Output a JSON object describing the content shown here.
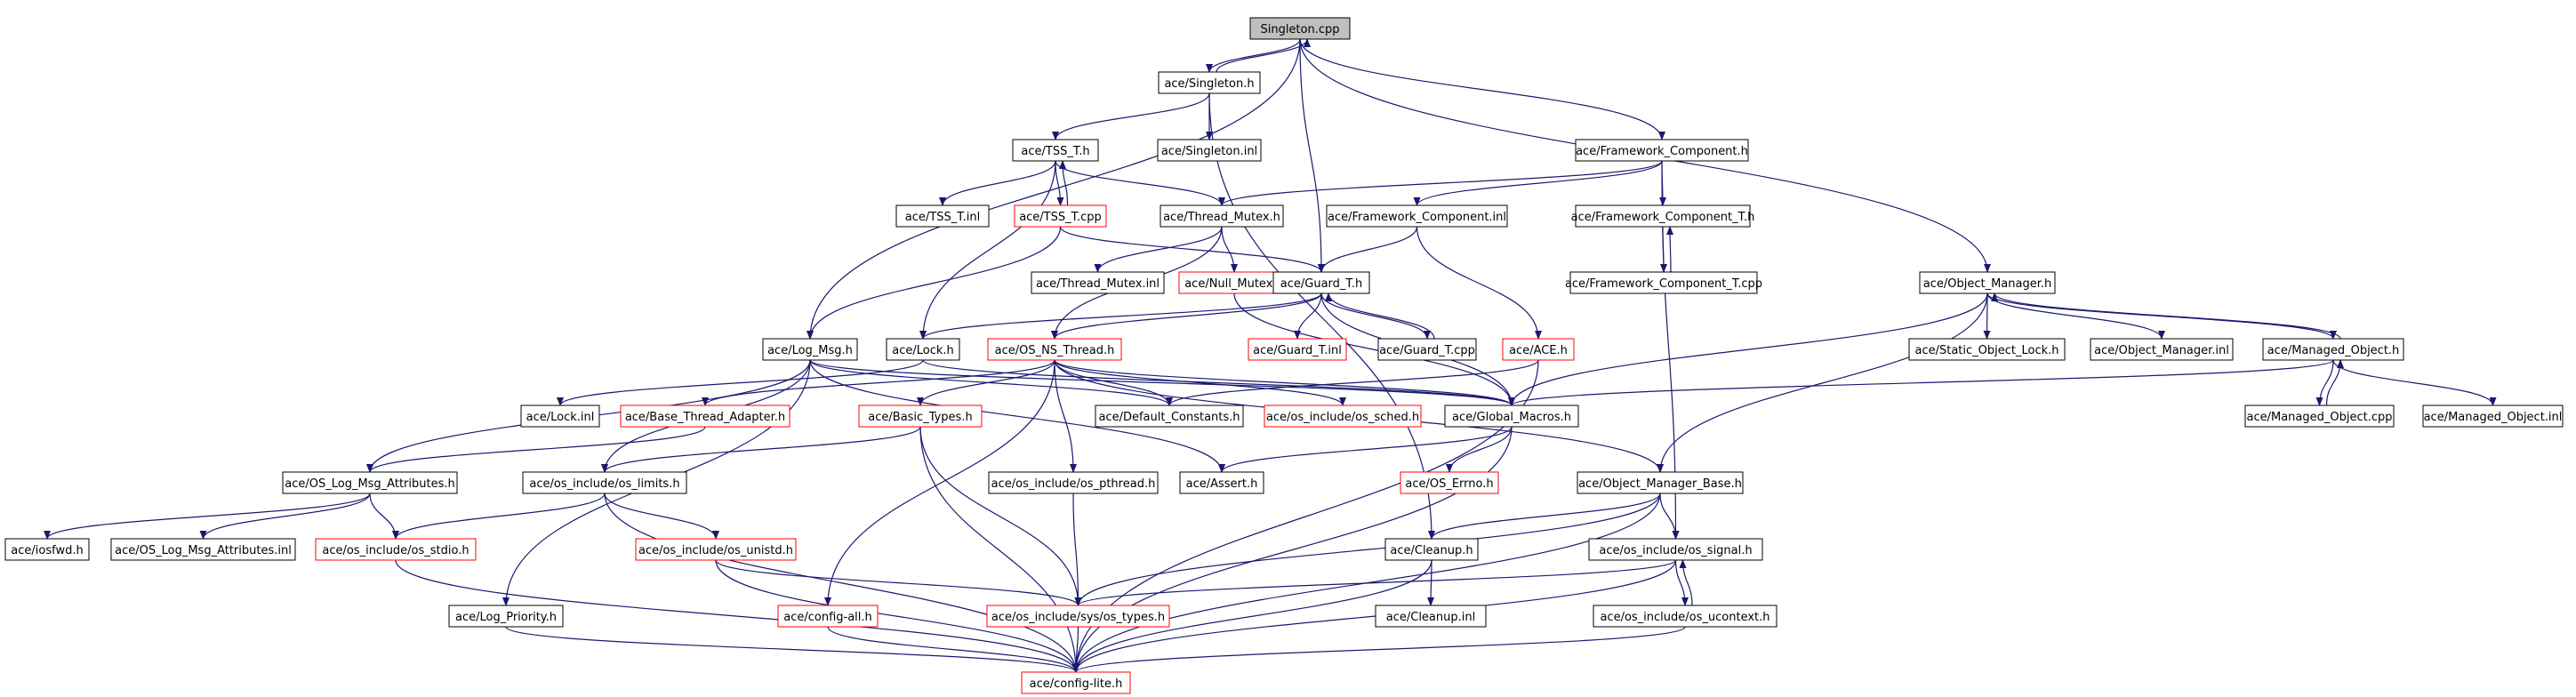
{
  "diagram": {
    "title": "",
    "nodes": [
      {
        "id": "singleton_cpp",
        "label": "Singleton.cpp",
        "style": "root"
      },
      {
        "id": "singleton_h",
        "label": "ace/Singleton.h",
        "style": "normal"
      },
      {
        "id": "tss_t_h",
        "label": "ace/TSS_T.h",
        "style": "normal"
      },
      {
        "id": "singleton_inl",
        "label": "ace/Singleton.inl",
        "style": "normal"
      },
      {
        "id": "fw_comp_h",
        "label": "ace/Framework_Component.h",
        "style": "normal"
      },
      {
        "id": "tss_t_inl",
        "label": "ace/TSS_T.inl",
        "style": "normal"
      },
      {
        "id": "tss_t_cpp",
        "label": "ace/TSS_T.cpp",
        "style": "red"
      },
      {
        "id": "thread_mutex_h",
        "label": "ace/Thread_Mutex.h",
        "style": "normal"
      },
      {
        "id": "fw_comp_inl",
        "label": "ace/Framework_Component.inl",
        "style": "normal"
      },
      {
        "id": "fw_comp_t_h",
        "label": "ace/Framework_Component_T.h",
        "style": "normal"
      },
      {
        "id": "thread_mutex_inl",
        "label": "ace/Thread_Mutex.inl",
        "style": "normal"
      },
      {
        "id": "null_mutex_h",
        "label": "ace/Null_Mutex.h",
        "style": "red"
      },
      {
        "id": "guard_t_h",
        "label": "ace/Guard_T.h",
        "style": "normal"
      },
      {
        "id": "fw_comp_t_cpp",
        "label": "ace/Framework_Component_T.cpp",
        "style": "normal"
      },
      {
        "id": "obj_mgr_h",
        "label": "ace/Object_Manager.h",
        "style": "normal"
      },
      {
        "id": "log_msg_h",
        "label": "ace/Log_Msg.h",
        "style": "normal"
      },
      {
        "id": "lock_h",
        "label": "ace/Lock.h",
        "style": "normal"
      },
      {
        "id": "os_ns_thread_h",
        "label": "ace/OS_NS_Thread.h",
        "style": "red"
      },
      {
        "id": "guard_t_inl",
        "label": "ace/Guard_T.inl",
        "style": "red"
      },
      {
        "id": "guard_t_cpp",
        "label": "ace/Guard_T.cpp",
        "style": "normal"
      },
      {
        "id": "ace_h",
        "label": "ace/ACE.h",
        "style": "red"
      },
      {
        "id": "static_obj_lock_h",
        "label": "ace/Static_Object_Lock.h",
        "style": "normal"
      },
      {
        "id": "obj_mgr_inl",
        "label": "ace/Object_Manager.inl",
        "style": "normal"
      },
      {
        "id": "managed_obj_h",
        "label": "ace/Managed_Object.h",
        "style": "normal"
      },
      {
        "id": "lock_inl",
        "label": "ace/Lock.inl",
        "style": "normal"
      },
      {
        "id": "base_thread_adapter_h",
        "label": "ace/Base_Thread_Adapter.h",
        "style": "red"
      },
      {
        "id": "default_constants_h",
        "label": "ace/Default_Constants.h",
        "style": "normal"
      },
      {
        "id": "os_sched_h",
        "label": "ace/os_include/os_sched.h",
        "style": "red"
      },
      {
        "id": "global_macros_h",
        "label": "ace/Global_Macros.h",
        "style": "normal"
      },
      {
        "id": "managed_obj_cpp",
        "label": "ace/Managed_Object.cpp",
        "style": "normal"
      },
      {
        "id": "managed_obj_inl",
        "label": "ace/Managed_Object.inl",
        "style": "normal"
      },
      {
        "id": "os_log_msg_attr_h",
        "label": "ace/OS_Log_Msg_Attributes.h",
        "style": "normal"
      },
      {
        "id": "basic_types_h",
        "label": "ace/Basic_Types.h",
        "style": "red"
      },
      {
        "id": "os_limits_h",
        "label": "ace/os_include/os_limits.h",
        "style": "normal"
      },
      {
        "id": "os_pthread_h",
        "label": "ace/os_include/os_pthread.h",
        "style": "normal"
      },
      {
        "id": "assert_h",
        "label": "ace/Assert.h",
        "style": "normal"
      },
      {
        "id": "os_errno_h",
        "label": "ace/OS_Errno.h",
        "style": "red"
      },
      {
        "id": "obj_mgr_base_h",
        "label": "ace/Object_Manager_Base.h",
        "style": "normal"
      },
      {
        "id": "iosfwd_h",
        "label": "ace/iosfwd.h",
        "style": "normal"
      },
      {
        "id": "os_log_msg_attr_inl",
        "label": "ace/OS_Log_Msg_Attributes.inl",
        "style": "normal"
      },
      {
        "id": "os_stdio_h",
        "label": "ace/os_include/os_stdio.h",
        "style": "red"
      },
      {
        "id": "os_unistd_h",
        "label": "ace/os_include/os_unistd.h",
        "style": "red"
      },
      {
        "id": "cleanup_h",
        "label": "ace/Cleanup.h",
        "style": "normal"
      },
      {
        "id": "os_signal_h",
        "label": "ace/os_include/os_signal.h",
        "style": "normal"
      },
      {
        "id": "log_priority_h",
        "label": "ace/Log_Priority.h",
        "style": "normal"
      },
      {
        "id": "config_all_h",
        "label": "ace/config-all.h",
        "style": "red"
      },
      {
        "id": "sys_os_types_h",
        "label": "ace/os_include/sys/os_types.h",
        "style": "red"
      },
      {
        "id": "cleanup_inl",
        "label": "ace/Cleanup.inl",
        "style": "normal"
      },
      {
        "id": "os_ucontext_h",
        "label": "ace/os_include/os_ucontext.h",
        "style": "normal"
      },
      {
        "id": "config_lite_h",
        "label": "ace/config-lite.h",
        "style": "red"
      }
    ],
    "edges": [
      [
        "singleton_cpp",
        "singleton_h"
      ],
      [
        "singleton_h",
        "singleton_cpp"
      ],
      [
        "singleton_cpp",
        "log_msg_h"
      ],
      [
        "singleton_cpp",
        "guard_t_h"
      ],
      [
        "singleton_cpp",
        "fw_comp_h"
      ],
      [
        "singleton_cpp",
        "obj_mgr_h"
      ],
      [
        "singleton_h",
        "tss_t_h"
      ],
      [
        "singleton_h",
        "singleton_inl"
      ],
      [
        "singleton_h",
        "cleanup_h"
      ],
      [
        "tss_t_h",
        "tss_t_inl"
      ],
      [
        "tss_t_h",
        "tss_t_cpp"
      ],
      [
        "tss_t_cpp",
        "tss_t_h"
      ],
      [
        "tss_t_h",
        "thread_mutex_h"
      ],
      [
        "tss_t_h",
        "lock_h"
      ],
      [
        "tss_t_cpp",
        "guard_t_h"
      ],
      [
        "tss_t_cpp",
        "log_msg_h"
      ],
      [
        "fw_comp_h",
        "thread_mutex_h"
      ],
      [
        "fw_comp_h",
        "fw_comp_inl"
      ],
      [
        "fw_comp_h",
        "fw_comp_t_h"
      ],
      [
        "fw_comp_h",
        "os_signal_h"
      ],
      [
        "fw_comp_inl",
        "guard_t_h"
      ],
      [
        "fw_comp_inl",
        "ace_h"
      ],
      [
        "fw_comp_t_h",
        "fw_comp_t_cpp"
      ],
      [
        "fw_comp_t_cpp",
        "fw_comp_t_h"
      ],
      [
        "thread_mutex_h",
        "thread_mutex_inl"
      ],
      [
        "thread_mutex_h",
        "null_mutex_h"
      ],
      [
        "thread_mutex_h",
        "os_ns_thread_h"
      ],
      [
        "null_mutex_h",
        "global_macros_h"
      ],
      [
        "guard_t_h",
        "lock_h"
      ],
      [
        "guard_t_h",
        "os_ns_thread_h"
      ],
      [
        "guard_t_h",
        "guard_t_inl"
      ],
      [
        "guard_t_h",
        "guard_t_cpp"
      ],
      [
        "guard_t_cpp",
        "guard_t_h"
      ],
      [
        "guard_t_h",
        "global_macros_h"
      ],
      [
        "obj_mgr_h",
        "static_obj_lock_h"
      ],
      [
        "obj_mgr_h",
        "obj_mgr_inl"
      ],
      [
        "obj_mgr_h",
        "managed_obj_h"
      ],
      [
        "managed_obj_h",
        "obj_mgr_h"
      ],
      [
        "obj_mgr_h",
        "global_macros_h"
      ],
      [
        "obj_mgr_h",
        "obj_mgr_base_h"
      ],
      [
        "managed_obj_h",
        "managed_obj_cpp"
      ],
      [
        "managed_obj_cpp",
        "managed_obj_h"
      ],
      [
        "managed_obj_h",
        "managed_obj_inl"
      ],
      [
        "managed_obj_h",
        "global_macros_h"
      ],
      [
        "log_msg_h",
        "default_constants_h"
      ],
      [
        "log_msg_h",
        "global_macros_h"
      ],
      [
        "log_msg_h",
        "os_log_msg_attr_h"
      ],
      [
        "log_msg_h",
        "log_priority_h"
      ],
      [
        "log_msg_h",
        "os_limits_h"
      ],
      [
        "log_msg_h",
        "assert_h"
      ],
      [
        "lock_h",
        "lock_inl"
      ],
      [
        "lock_h",
        "global_macros_h"
      ],
      [
        "os_ns_thread_h",
        "base_thread_adapter_h"
      ],
      [
        "os_ns_thread_h",
        "default_constants_h"
      ],
      [
        "os_ns_thread_h",
        "os_sched_h"
      ],
      [
        "os_ns_thread_h",
        "global_macros_h"
      ],
      [
        "os_ns_thread_h",
        "basic_types_h"
      ],
      [
        "os_ns_thread_h",
        "os_pthread_h"
      ],
      [
        "os_ns_thread_h",
        "config_all_h"
      ],
      [
        "os_ns_thread_h",
        "obj_mgr_base_h"
      ],
      [
        "ace_h",
        "default_constants_h"
      ],
      [
        "ace_h",
        "config_lite_h"
      ],
      [
        "base_thread_adapter_h",
        "os_log_msg_attr_h"
      ],
      [
        "global_macros_h",
        "assert_h"
      ],
      [
        "global_macros_h",
        "os_errno_h"
      ],
      [
        "global_macros_h",
        "config_lite_h"
      ],
      [
        "os_log_msg_attr_h",
        "iosfwd_h"
      ],
      [
        "os_log_msg_attr_h",
        "os_log_msg_attr_inl"
      ],
      [
        "os_log_msg_attr_h",
        "os_stdio_h"
      ],
      [
        "basic_types_h",
        "os_limits_h"
      ],
      [
        "basic_types_h",
        "sys_os_types_h"
      ],
      [
        "basic_types_h",
        "config_lite_h"
      ],
      [
        "os_limits_h",
        "os_unistd_h"
      ],
      [
        "os_limits_h",
        "os_stdio_h"
      ],
      [
        "os_limits_h",
        "config_lite_h"
      ],
      [
        "os_pthread_h",
        "sys_os_types_h"
      ],
      [
        "os_unistd_h",
        "sys_os_types_h"
      ],
      [
        "os_unistd_h",
        "config_lite_h"
      ],
      [
        "os_stdio_h",
        "config_lite_h"
      ],
      [
        "obj_mgr_base_h",
        "cleanup_h"
      ],
      [
        "obj_mgr_base_h",
        "os_signal_h"
      ],
      [
        "obj_mgr_base_h",
        "sys_os_types_h"
      ],
      [
        "obj_mgr_base_h",
        "config_lite_h"
      ],
      [
        "cleanup_h",
        "cleanup_inl"
      ],
      [
        "cleanup_h",
        "config_lite_h"
      ],
      [
        "os_signal_h",
        "os_ucontext_h"
      ],
      [
        "os_ucontext_h",
        "os_signal_h"
      ],
      [
        "os_signal_h",
        "sys_os_types_h"
      ],
      [
        "os_signal_h",
        "config_lite_h"
      ],
      [
        "os_ucontext_h",
        "config_lite_h"
      ],
      [
        "log_priority_h",
        "config_lite_h"
      ],
      [
        "config_all_h",
        "config_lite_h"
      ],
      [
        "sys_os_types_h",
        "config_lite_h"
      ]
    ]
  }
}
